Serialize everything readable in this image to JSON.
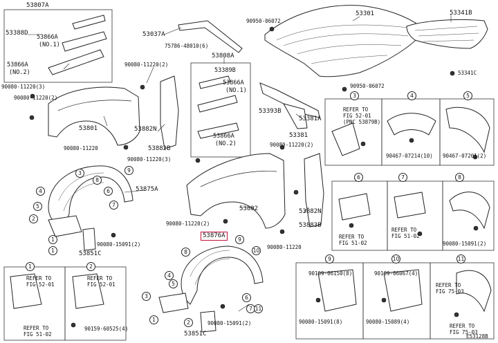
{
  "labels": [
    {
      "id": "53807A",
      "text": "53807A"
    },
    {
      "id": "53388D",
      "text": "53388D"
    },
    {
      "id": "53866A_top",
      "text": "53866A"
    },
    {
      "id": "no1_top",
      "text": "(NO.1)"
    },
    {
      "id": "53866A_mid",
      "text": "53866A"
    },
    {
      "id": "no2_top",
      "text": "(NO.2)"
    },
    {
      "id": "90080_11220_3_left",
      "text": "90080-11220(3)"
    },
    {
      "id": "90080_11220_2_left",
      "text": "90080-11220(2)"
    },
    {
      "id": "53801",
      "text": "53801"
    },
    {
      "id": "53037A",
      "text": "53037A"
    },
    {
      "id": "75786_48010",
      "text": "75786-48010(6)"
    },
    {
      "id": "90950_06072_a",
      "text": "90950-06072"
    },
    {
      "id": "53301",
      "text": "53301"
    },
    {
      "id": "53341B",
      "text": "53341B"
    },
    {
      "id": "53341C",
      "text": "53341C"
    },
    {
      "id": "90950_06072_b",
      "text": "90950-06072"
    },
    {
      "id": "90080_11220_2_mid",
      "text": "90080-11220(2)"
    },
    {
      "id": "53808A",
      "text": "53808A"
    },
    {
      "id": "53389B",
      "text": "53389B"
    },
    {
      "id": "53866A_r1",
      "text": "53866A"
    },
    {
      "id": "no1_r",
      "text": "(NO.1)"
    },
    {
      "id": "53866A_r2",
      "text": "53866A"
    },
    {
      "id": "no2_r",
      "text": "(NO.2)"
    },
    {
      "id": "53882N_a",
      "text": "53882N"
    },
    {
      "id": "53882B",
      "text": "53882B"
    },
    {
      "id": "90080_11220_bl",
      "text": "90080-11220"
    },
    {
      "id": "90080_11220_3_mid",
      "text": "90080-11220(3)"
    },
    {
      "id": "53393B",
      "text": "53393B"
    },
    {
      "id": "53381A",
      "text": "53381A"
    },
    {
      "id": "53381",
      "text": "53381"
    },
    {
      "id": "90080_11220_2_r",
      "text": "90080-11220(2)"
    },
    {
      "id": "53875A",
      "text": "53875A"
    },
    {
      "id": "53802",
      "text": "53802"
    },
    {
      "id": "53882N_b",
      "text": "53882N"
    },
    {
      "id": "53883B",
      "text": "53883B"
    },
    {
      "id": "90080_11220_2_low",
      "text": "90080-11220(2)"
    },
    {
      "id": "90080_15091_2_a",
      "text": "90080-15091(2)"
    },
    {
      "id": "53851C",
      "text": "53851C"
    },
    {
      "id": "53876A",
      "text": "53876A"
    },
    {
      "id": "90080_11220_low",
      "text": "90080-11220"
    },
    {
      "id": "90080_15091_2_b",
      "text": "90080-15091(2)"
    },
    {
      "id": "53851C_b",
      "text": "53851C"
    },
    {
      "id": "90080_15091_2_c",
      "text": "90080-15091(2)"
    },
    {
      "id": "90467_07214",
      "text": "90467-07214(10)"
    },
    {
      "id": "90467_07201",
      "text": "90467-07201(2)"
    },
    {
      "id": "90189_06150",
      "text": "90189-06150(8)"
    },
    {
      "id": "90189_06067",
      "text": "90189-06067(4)"
    },
    {
      "id": "90080_15091_8",
      "text": "90080-15091(8)"
    },
    {
      "id": "90080_15089_4",
      "text": "90080-15089(4)"
    },
    {
      "id": "90159_60525",
      "text": "90159-60525(4)"
    },
    {
      "id": "fig_code",
      "text": "E53128B"
    }
  ],
  "refs": [
    {
      "id": "ref_52_01_pnc",
      "line1": "REFER TO",
      "line2": "FIG 52-01",
      "line3": "(PNC 53879B)"
    },
    {
      "id": "ref_51_02_a",
      "line1": "REFER TO",
      "line2": "FIG 51-02"
    },
    {
      "id": "ref_51_02_b",
      "line1": "REFER TO",
      "line2": "FIG 51-02"
    },
    {
      "id": "ref_52_01_a",
      "line1": "REFER TO",
      "line2": "FIG 52-01"
    },
    {
      "id": "ref_51_02_c",
      "line1": "REFER TO",
      "line2": "FIG 51-02"
    },
    {
      "id": "ref_52_01_b",
      "line1": "REFER TO",
      "line2": "FIG 52-01"
    },
    {
      "id": "ref_75_03_a",
      "line1": "REFER TO",
      "line2": "FIG 75-03"
    },
    {
      "id": "ref_75_03_b",
      "line1": "REFER TO",
      "line2": "FIG 75-03"
    }
  ],
  "callouts": [
    "1",
    "2",
    "3",
    "4",
    "5",
    "6",
    "7",
    "8",
    "9",
    "10",
    "11"
  ]
}
